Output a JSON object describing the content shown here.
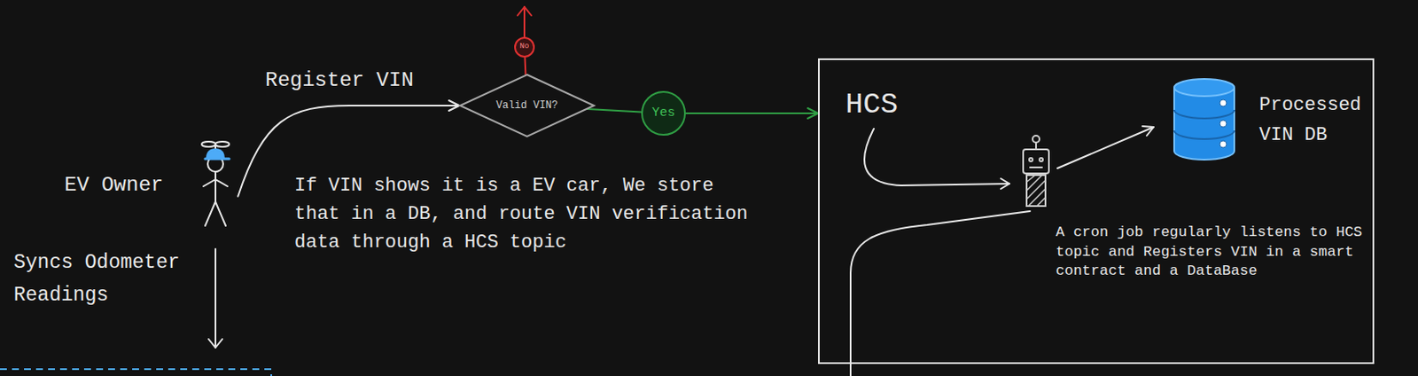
{
  "diagram": {
    "nodes": [
      {
        "text": [
          "EV Owner"
        ]
      },
      {
        "text": [
          "Valid VIN?"
        ]
      },
      {
        "text": [
          "No"
        ]
      },
      {
        "text": [
          "Yes"
        ]
      },
      {
        "text": [
          "HCS"
        ]
      },
      {
        "text": [
          "Processed VIN DB"
        ],
        "in": 4
      }
    ],
    "edges": [
      {
        "from": 0,
        "to": 1,
        "arrow": "to",
        "label": "Register VIN"
      },
      {
        "from": 1,
        "to": 2,
        "arrow": "none"
      },
      {
        "from": 1,
        "to": 3,
        "arrow": "none"
      },
      {
        "from": 3,
        "to": 4,
        "arrow": "to"
      }
    ],
    "labels": [
      "If VIN shows it is a EV car, We store that in a DB, and route VIN verification data through a HCS topic",
      "A cron job regularly listens to HCS topic and Registers VIN in a smart contract and a DataBase",
      "Syncs Odometer Readings"
    ]
  }
}
